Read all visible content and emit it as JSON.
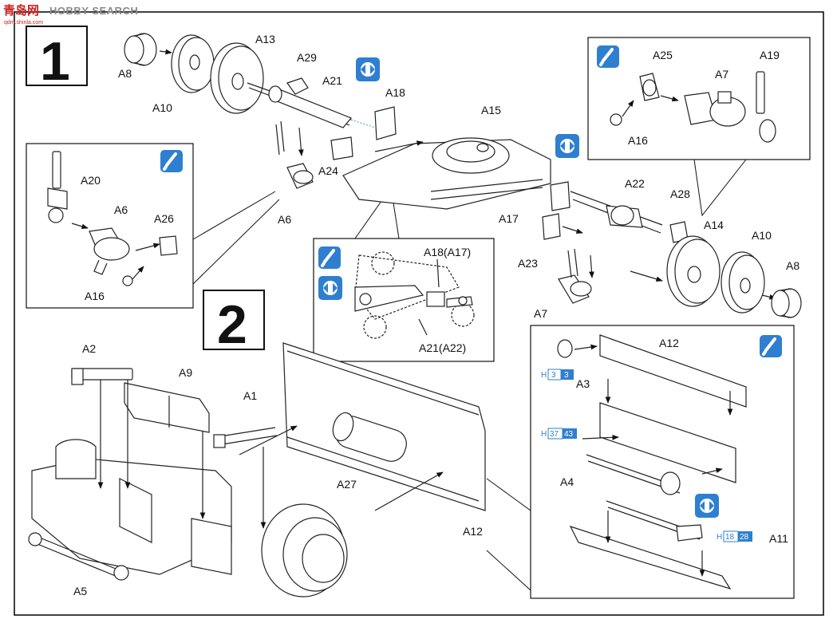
{
  "watermark": {
    "brand": "青岛网",
    "site": "HOBBY SEARCH",
    "sub": "qdm.shinla.com"
  },
  "steps": [
    {
      "number": "1"
    },
    {
      "number": "2"
    }
  ],
  "callout_codes": [
    {
      "letter": "H",
      "num_a": "3",
      "num_b": "3"
    },
    {
      "letter": "H",
      "num_a": "37",
      "num_b": "43"
    },
    {
      "letter": "H",
      "num_a": "18",
      "num_b": "28"
    }
  ],
  "labels": {
    "step1_main": [
      "A8",
      "A10",
      "A13",
      "A29",
      "A21",
      "A18",
      "A15",
      "A24",
      "A6",
      "A22",
      "A28",
      "A17",
      "A14",
      "A10",
      "A8",
      "A23",
      "A7"
    ],
    "step1_left_inset": [
      "A20",
      "A6",
      "A26",
      "A16"
    ],
    "step1_right_inset": [
      "A25",
      "A19",
      "A7",
      "A16"
    ],
    "step1_center_inset": [
      "A18(A17)",
      "A21(A22)"
    ],
    "step2_main": [
      "A2",
      "A9",
      "A1",
      "A27",
      "A12",
      "A5"
    ],
    "step2_right_inset": [
      "A12",
      "A3",
      "A4",
      "A11"
    ]
  },
  "colors": {
    "accent_blue": "#2f7fd0",
    "line": "#222222",
    "panel_border": "#111111"
  }
}
